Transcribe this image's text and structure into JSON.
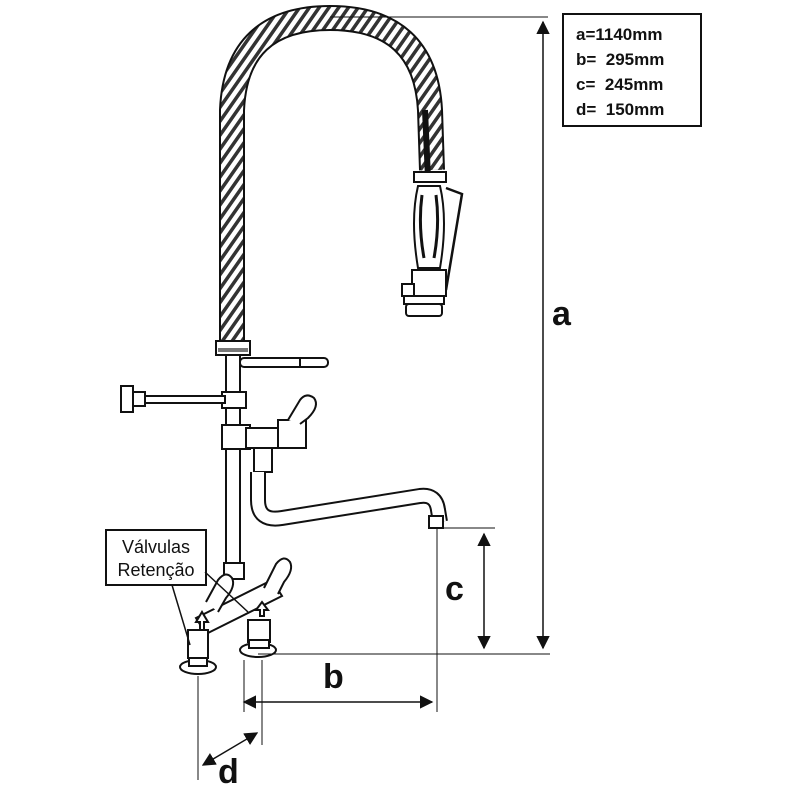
{
  "legend": {
    "lines": [
      "a=1140mm",
      "b=  295mm",
      "c=  245mm",
      "d=  150mm"
    ]
  },
  "dimensions": {
    "a": "a",
    "b": "b",
    "c": "c",
    "d": "d"
  },
  "callout": {
    "line1": "Válvulas",
    "line2": "Retenção"
  }
}
